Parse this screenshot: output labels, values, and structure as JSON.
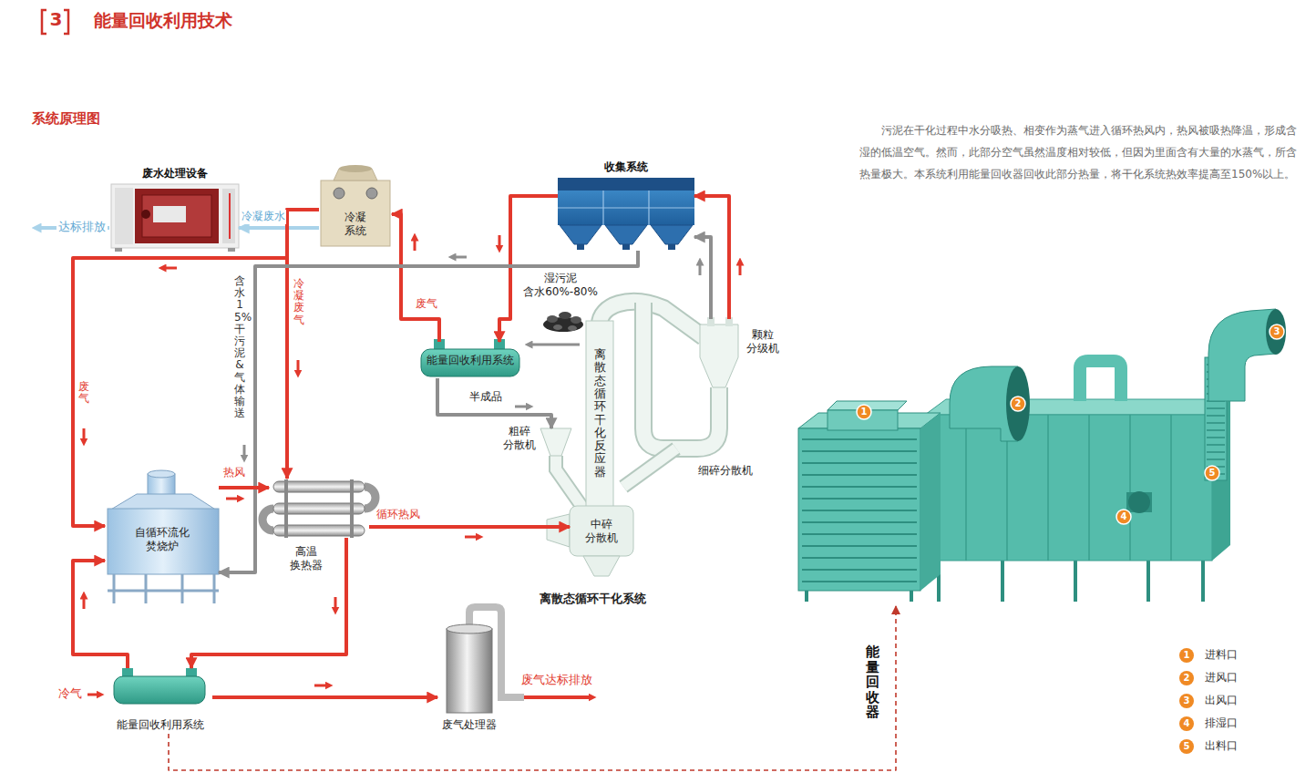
{
  "diagram": {
    "title": "能量回收利用技术",
    "nodes": [
      {
        "text": [
          "废水处理设备"
        ]
      },
      {
        "text": [
          "冷凝 系统"
        ]
      },
      {
        "text": [
          "收集系统"
        ]
      },
      {
        "text": [
          "能量回收利用系统"
        ]
      },
      {
        "text": [
          "颗粒 分级机"
        ]
      },
      {
        "text": [
          "离散态循环干化反应器"
        ]
      },
      {
        "text": [
          "粗碎 分散机"
        ]
      },
      {
        "text": [
          "细碎分散机"
        ]
      },
      {
        "text": [
          "中碎 分散机"
        ]
      },
      {
        "text": [
          "自循环流化 焚烧炉"
        ]
      },
      {
        "text": [
          "高温 换热器"
        ]
      },
      {
        "text": [
          "能量回收利用系统"
        ]
      },
      {
        "text": [
          "废气处理器"
        ]
      },
      {
        "text": [
          "能量回收器"
        ]
      }
    ],
    "edges": [
      {
        "from": 1,
        "to": 0,
        "label": "冷凝废水",
        "arrow": "to"
      },
      {
        "from": 3,
        "to": 1,
        "label": "废气",
        "arrow": "to"
      },
      {
        "from": 2,
        "to": 3,
        "arrow": "to"
      },
      {
        "from": 1,
        "to": 10,
        "label": "冷凝废气",
        "arrow": "to"
      },
      {
        "from": 1,
        "to": 9,
        "label": "废气",
        "arrow": "to"
      },
      {
        "from": 4,
        "to": 2,
        "arrow": "to"
      },
      {
        "from": 4,
        "to": 2,
        "arrow": "to"
      },
      {
        "from": 2,
        "to": 9,
        "label": "含水15%干污泥&气体输送",
        "arrow": "to"
      },
      {
        "from": 9,
        "to": 10,
        "label": "热风",
        "arrow": "to"
      },
      {
        "from": 10,
        "to": 8,
        "label": "循环热风",
        "arrow": "to"
      },
      {
        "from": 10,
        "to": 11,
        "arrow": "to"
      },
      {
        "from": 11,
        "to": 9,
        "arrow": "to"
      },
      {
        "from": 11,
        "to": 12,
        "arrow": "to"
      },
      {
        "from": 3,
        "to": 6,
        "label": "半成品",
        "arrow": "to"
      },
      {
        "from": 11,
        "to": 13,
        "arrow": "to"
      }
    ],
    "labels": [
      "3",
      "系统原理图",
      "污泥在干化过程中水分吸热、相变作为蒸气进入循环热风内，热风被吸热降温，形成含湿的低温空气。然而，此部分空气虽然温度相对较低，但因为里面含有大量的水蒸气，所含热量极大。本系统利用能量回收器回收此部分热量，将干化系统热效率提高至150%以上。",
      "达标排放",
      "湿污泥 含水60%-80%",
      "冷气",
      "废气达标排放",
      "离散态循环干化系统",
      "1",
      "2",
      "3",
      "4",
      "5",
      "1",
      "2",
      "3",
      "4",
      "5"
    ],
    "legend": [
      {
        "text": "进料口",
        "color": "#f08a24"
      },
      {
        "text": "进风口",
        "color": "#f08a24"
      },
      {
        "text": "出风口",
        "color": "#f08a24"
      },
      {
        "text": "排湿口",
        "color": "#f08a24"
      },
      {
        "text": "出料口",
        "color": "#f08a24"
      }
    ]
  }
}
